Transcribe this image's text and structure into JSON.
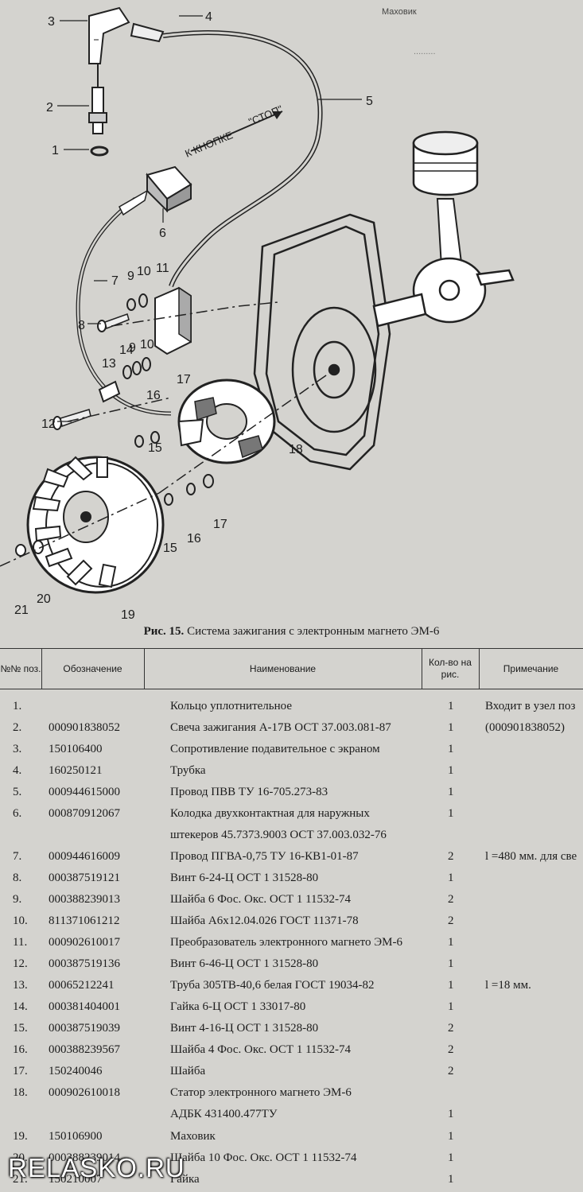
{
  "figure": {
    "callouts": [
      "1",
      "2",
      "3",
      "4",
      "5",
      "6",
      "7",
      "8",
      "9",
      "10",
      "11",
      "12",
      "13",
      "14",
      "9",
      "10",
      "17",
      "16",
      "15",
      "18",
      "15",
      "16",
      "17",
      "21",
      "20",
      "19"
    ],
    "arrow_label_1": "К КНОПКЕ",
    "arrow_label_2": "\"СТОП\""
  },
  "caption": {
    "prefix": "Рис. 15.",
    "text": " Система  зажигания с электронным магнето ЭМ-6"
  },
  "table": {
    "headers": {
      "pos": "№№ поз.",
      "code": "Обозначение",
      "name": "Наименование",
      "qty": "Кол-во на рис.",
      "note": "Примечание"
    },
    "rows": [
      {
        "pos": "1.",
        "code": "",
        "name": "Кольцо уплотнительное",
        "qty": "1",
        "note": "Входит в узел поз"
      },
      {
        "pos": "2.",
        "code": "000901838052",
        "name": "Свеча зажигания А-17В ОСТ 37.003.081-87",
        "qty": "1",
        "note": "(000901838052)"
      },
      {
        "pos": "3.",
        "code": "150106400",
        "name": "Сопротивление подавительное с экраном",
        "qty": "1",
        "note": ""
      },
      {
        "pos": "4.",
        "code": "160250121",
        "name": "Трубка",
        "qty": "1",
        "note": ""
      },
      {
        "pos": "5.",
        "code": "000944615000",
        "name": "Провод ПВВ ТУ 16-705.273-83",
        "qty": "1",
        "note": ""
      },
      {
        "pos": "6.",
        "code": "000870912067",
        "name": "Колодка двухконтактная для наружных",
        "name2": "штекеров 45.7373.9003 ОСТ 37.003.032-76",
        "qty": "1",
        "note": ""
      },
      {
        "pos": "7.",
        "code": "000944616009",
        "name": "Провод ПГВА-0,75 ТУ 16-КВ1-01-87",
        "qty": "2",
        "note": "l =480 мм. для све"
      },
      {
        "pos": "8.",
        "code": "000387519121",
        "name": "Винт 6-24-Ц ОСТ 1 31528-80",
        "qty": "1",
        "note": ""
      },
      {
        "pos": "9.",
        "code": "000388239013",
        "name": "Шайба 6 Фос. Окс. ОСТ 1 11532-74",
        "qty": "2",
        "note": ""
      },
      {
        "pos": "10.",
        "code": "811371061212",
        "name": "Шайба А6х12.04.026 ГОСТ 11371-78",
        "qty": "2",
        "note": ""
      },
      {
        "pos": "11.",
        "code": "000902610017",
        "name": "Преобразователь электронного магнето ЭМ-6",
        "qty": "1",
        "note": ""
      },
      {
        "pos": "12.",
        "code": "000387519136",
        "name": "Винт 6-46-Ц ОСТ 1 31528-80",
        "qty": "1",
        "note": ""
      },
      {
        "pos": "13.",
        "code": "00065212241",
        "name": "Труба 305ТВ-40,6 белая ГОСТ 19034-82",
        "qty": "1",
        "note": "l =18 мм."
      },
      {
        "pos": "14.",
        "code": "000381404001",
        "name": "Гайка 6-Ц ОСТ 1 33017-80",
        "qty": "1",
        "note": ""
      },
      {
        "pos": "15.",
        "code": "000387519039",
        "name": "Винт 4-16-Ц ОСТ 1 31528-80",
        "qty": "2",
        "note": ""
      },
      {
        "pos": "16.",
        "code": "000388239567",
        "name": "Шайба 4 Фос. Окс. ОСТ 1 11532-74",
        "qty": "2",
        "note": ""
      },
      {
        "pos": "17.",
        "code": "150240046",
        "name": "Шайба",
        "qty": "2",
        "note": ""
      },
      {
        "pos": "18.",
        "code": "000902610018",
        "name": "Статор электронного магнето ЭМ-6",
        "name2": "АДБК 431400.477ТУ",
        "qty": "1",
        "note": ""
      },
      {
        "pos": "19.",
        "code": "150106900",
        "name": "Маховик",
        "qty": "1",
        "note": ""
      },
      {
        "pos": "20.",
        "code": "000388239014",
        "name": "Шайба 10 Фос. Окс. ОСТ 1 11532-74",
        "qty": "1",
        "note": ""
      },
      {
        "pos": "21.",
        "code": "150210007",
        "name": "Гайка",
        "qty": "1",
        "note": ""
      }
    ]
  },
  "watermark": "RELASKO.RU"
}
